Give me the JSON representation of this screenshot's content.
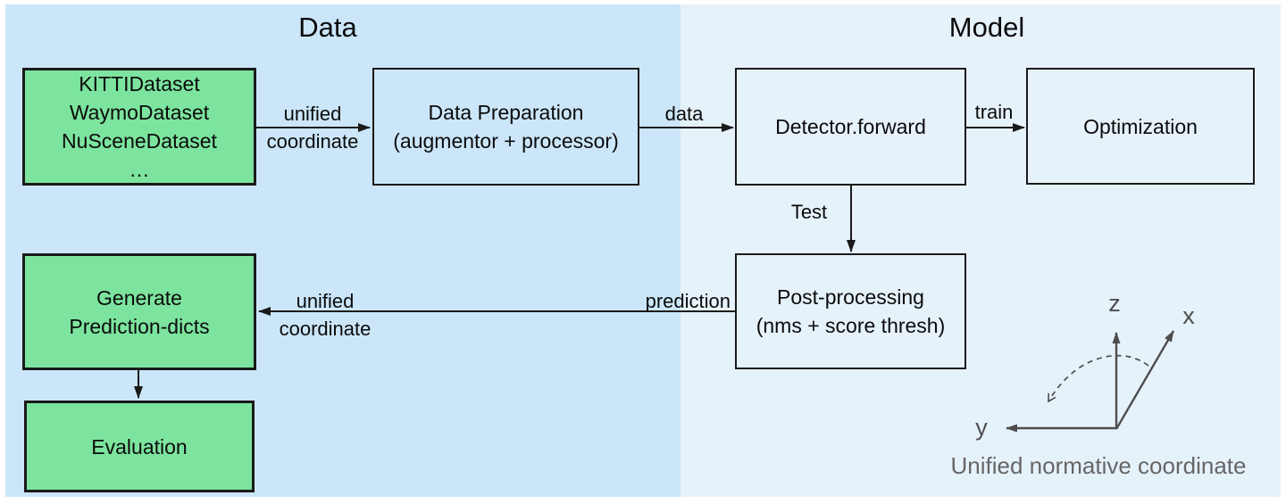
{
  "sections": {
    "data": {
      "title": "Data"
    },
    "model": {
      "title": "Model"
    }
  },
  "nodes": {
    "datasets": {
      "lines": [
        "KITTIDataset",
        "WaymoDataset",
        "NuSceneDataset",
        "…"
      ]
    },
    "data_preparation": {
      "lines": [
        "Data Preparation",
        "(augmentor + processor)"
      ]
    },
    "detector_forward": {
      "label": "Detector.forward"
    },
    "optimization": {
      "label": "Optimization"
    },
    "post_processing": {
      "lines": [
        "Post-processing",
        "(nms + score thresh)"
      ]
    },
    "generate_prediction_dicts": {
      "lines": [
        "Generate",
        "Prediction-dicts"
      ]
    },
    "evaluation": {
      "label": "Evaluation"
    }
  },
  "edge_labels": {
    "datasets_to_preparation": {
      "lines": [
        "unified",
        "coordinate"
      ]
    },
    "preparation_to_detector": {
      "label": "data"
    },
    "detector_to_optimization": {
      "label": "train"
    },
    "detector_to_postprocessing": {
      "label": "Test"
    },
    "postprocessing_to_generate": {
      "label": "prediction"
    },
    "postprocessing_to_generate_coord": {
      "lines": [
        "unified",
        "coordinate"
      ]
    }
  },
  "coordinate_figure": {
    "axes": {
      "x": "x",
      "y": "y",
      "z": "z"
    },
    "caption": "Unified normative coordinate"
  },
  "colors": {
    "data_panel": "#cbe6f8",
    "model_panel": "#e6f2fa",
    "node_green": "#7ce49e",
    "outline": "#1a1a1a",
    "axis_gray": "#4d4d4d",
    "caption_gray": "#666666"
  }
}
